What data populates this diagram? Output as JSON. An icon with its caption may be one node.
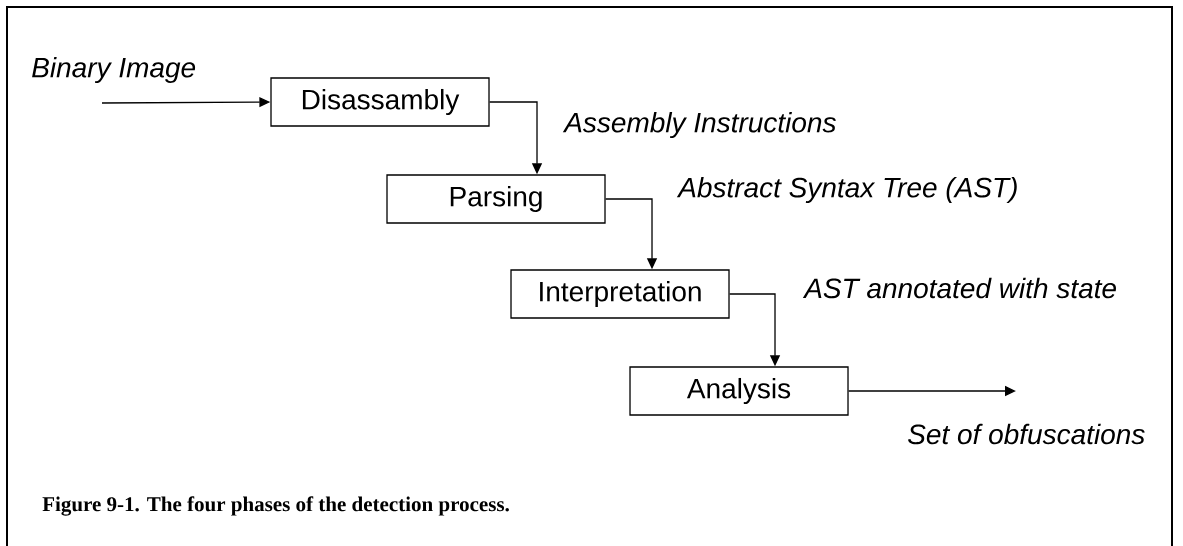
{
  "diagram": {
    "caption": "Figure 9-1.  The four phases of the detection process.",
    "nodes": [
      {
        "text": [
          "Disassambly"
        ]
      },
      {
        "text": [
          "Parsing"
        ]
      },
      {
        "text": [
          "Interpretation"
        ]
      },
      {
        "text": [
          "Analysis"
        ]
      }
    ],
    "edges": [
      {
        "from": null,
        "to": 0,
        "arrow": "to",
        "label": "Binary Image"
      },
      {
        "from": 0,
        "to": 1,
        "arrow": "to",
        "label": "Assembly Instructions"
      },
      {
        "from": 1,
        "to": 2,
        "arrow": "to",
        "label": "Abstract Syntax Tree (AST)"
      },
      {
        "from": 2,
        "to": 3,
        "arrow": "to",
        "label": "AST annotated with state"
      },
      {
        "from": 3,
        "to": null,
        "arrow": "to",
        "label": "Set of obfuscations"
      }
    ]
  }
}
